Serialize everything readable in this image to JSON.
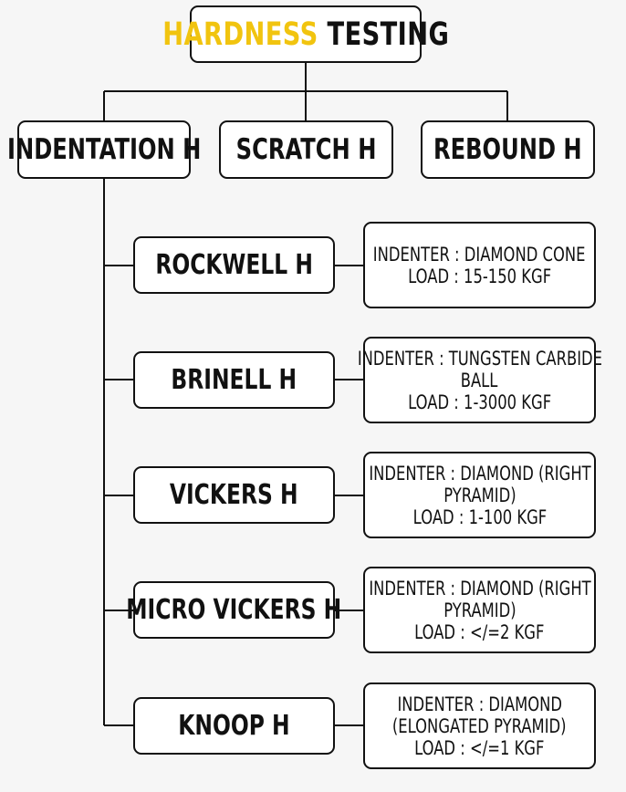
{
  "title": {
    "accent": "HARDNESS",
    "rest": " TESTING"
  },
  "categories": [
    {
      "label": "INDENTATION H"
    },
    {
      "label": "SCRATCH H"
    },
    {
      "label": "REBOUND H"
    }
  ],
  "methods": [
    {
      "label": "ROCKWELL H",
      "info": [
        "INDENTER : DIAMOND CONE",
        "LOAD : 15-150 KGF"
      ]
    },
    {
      "label": "BRINELL H",
      "info": [
        "INDENTER : TUNGSTEN CARBIDE",
        "BALL",
        "LOAD : 1-3000 KGF"
      ]
    },
    {
      "label": "VICKERS H",
      "info": [
        "INDENTER : DIAMOND (RIGHT",
        "PYRAMID)",
        "LOAD : 1-100 KGF"
      ]
    },
    {
      "label": "MICRO VICKERS H",
      "info": [
        "INDENTER : DIAMOND (RIGHT",
        "PYRAMID)",
        "LOAD : </=2 KGF"
      ]
    },
    {
      "label": "KNOOP H",
      "info": [
        "INDENTER : DIAMOND",
        "(ELONGATED PYRAMID)",
        "LOAD : </=1 KGF"
      ]
    }
  ]
}
